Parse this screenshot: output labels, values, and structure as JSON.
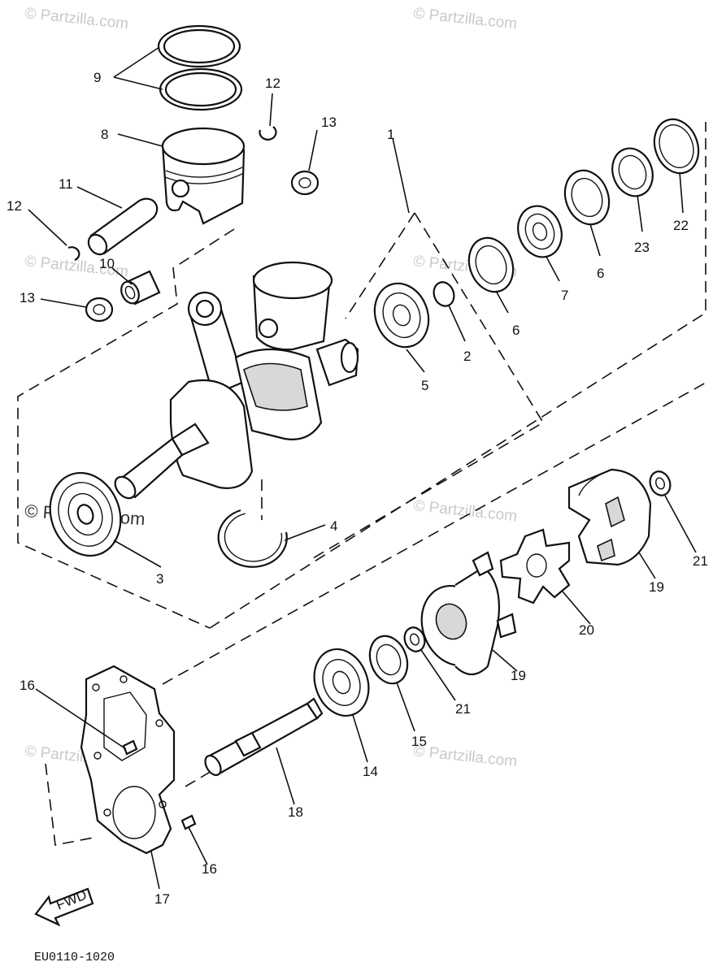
{
  "diagram": {
    "drawing_code": "EU0110-1020",
    "direction_arrow_label": "FWD",
    "watermarks": {
      "small": "© Partzilla.com",
      "prominent": "© Partzilla.com"
    },
    "callouts": {
      "c1": "1",
      "c2": "2",
      "c3": "3",
      "c4": "4",
      "c5": "5",
      "c6a": "6",
      "c6b": "6",
      "c7": "7",
      "c8": "8",
      "c9": "9",
      "c10": "10",
      "c11": "11",
      "c12a": "12",
      "c12b": "12",
      "c13a": "13",
      "c13b": "13",
      "c14": "14",
      "c15": "15",
      "c16a": "16",
      "c16b": "16",
      "c17": "17",
      "c18": "18",
      "c19a": "19",
      "c19b": "19",
      "c20": "20",
      "c21a": "21",
      "c21b": "21",
      "c22": "22",
      "c23": "23"
    }
  }
}
